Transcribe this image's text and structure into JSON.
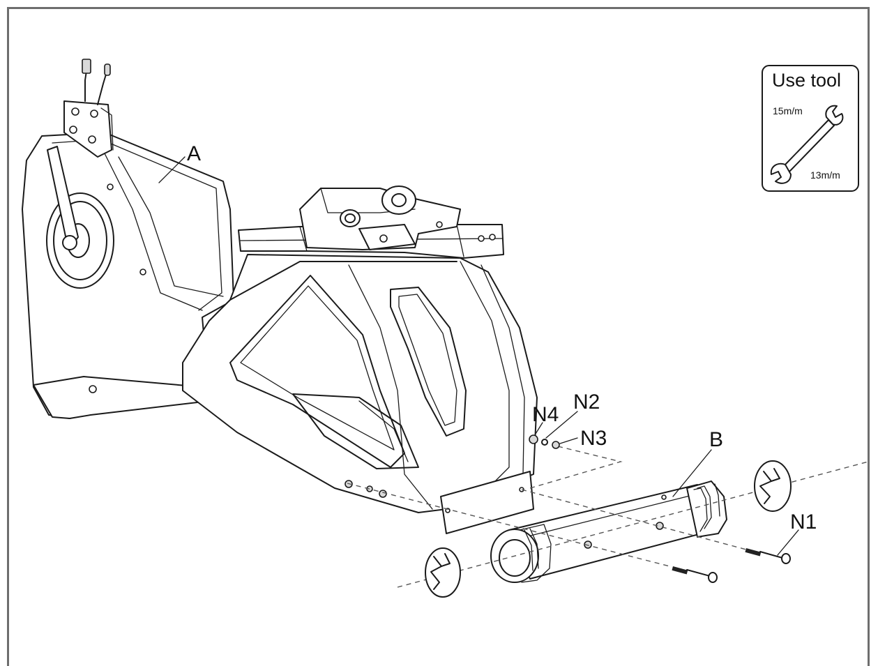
{
  "labels": {
    "part_a": "A",
    "part_b": "B",
    "n1": "N1",
    "n2": "N2",
    "n3": "N3",
    "n4": "N4"
  },
  "tool_box": {
    "title": "Use tool",
    "size_top": "15m/m",
    "size_bottom": "13m/m",
    "icon": "wrench-icon"
  },
  "colors": {
    "frame_border": "#6e6e6e",
    "line": "#1a1a1a"
  }
}
